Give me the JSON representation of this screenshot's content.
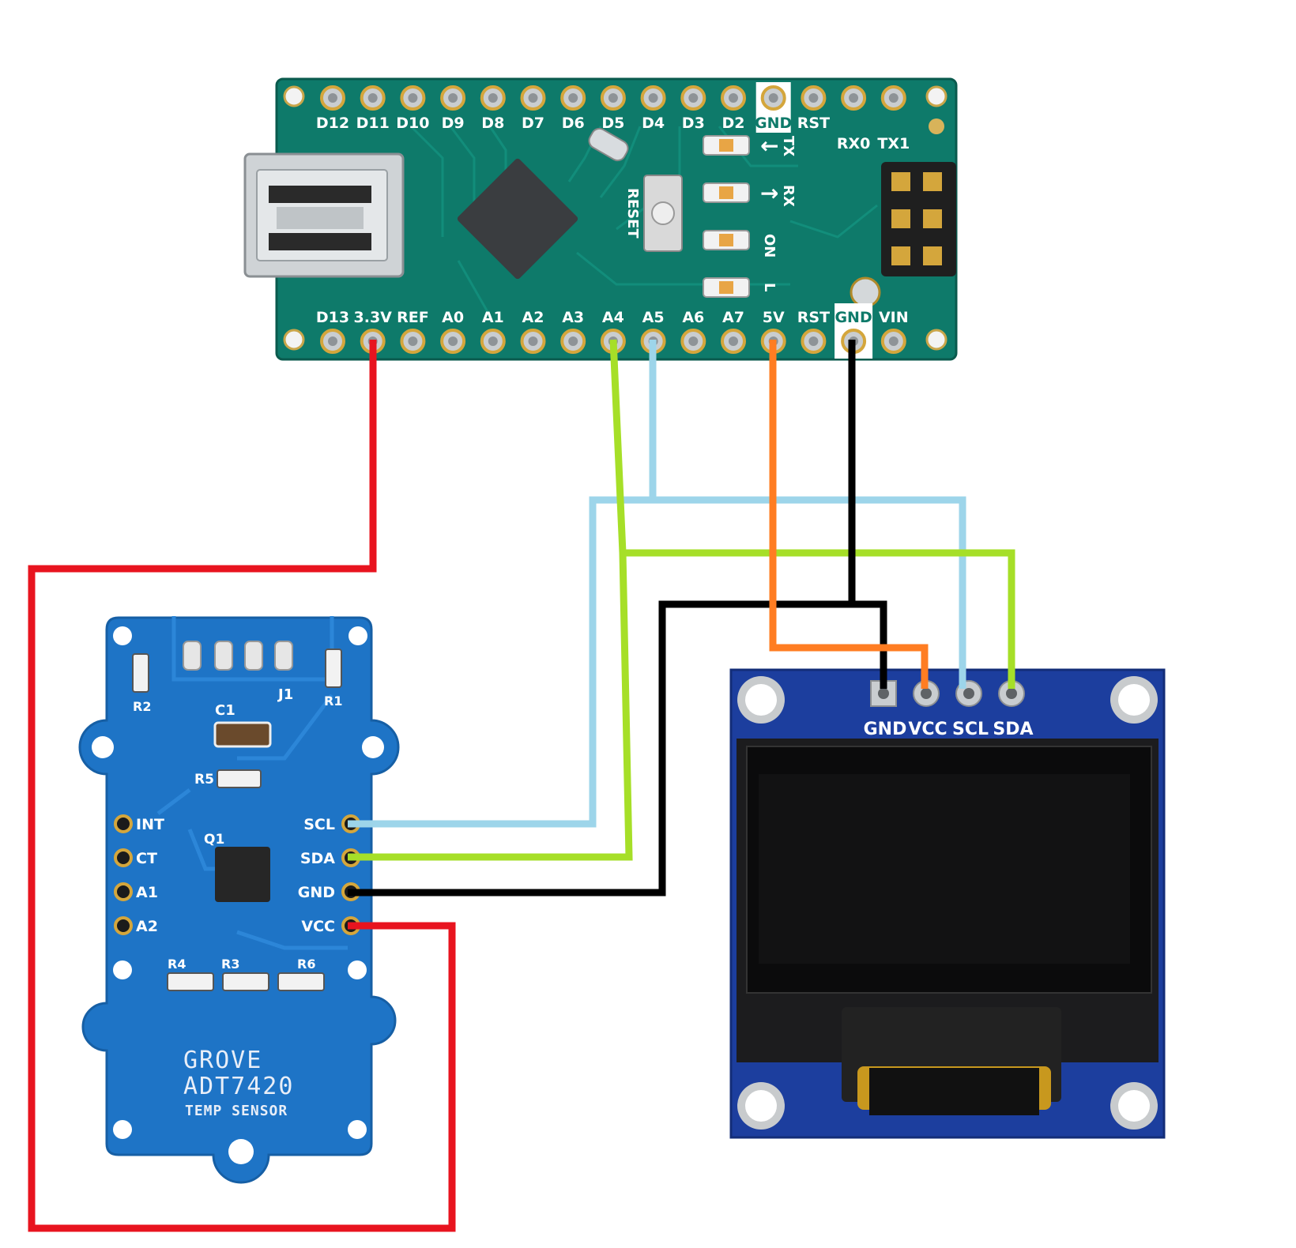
{
  "colors": {
    "nano_pcb": "#0e7a6a",
    "grove_pcb": "#1e74c6",
    "oled_pcb": "#1c3e9e",
    "wire_3v3": "#e8141f",
    "wire_scl": "#9dd5ea",
    "wire_sda": "#a6df28",
    "wire_5v": "#ff7d22",
    "wire_gnd": "#000000"
  },
  "nano": {
    "top_pins": [
      "D12",
      "D11",
      "D10",
      "D9",
      "D8",
      "D7",
      "D6",
      "D5",
      "D4",
      "D3",
      "D2",
      "GND",
      "RST",
      "RX0",
      "TX1"
    ],
    "bottom_pins": [
      "D13",
      "3.3V",
      "REF",
      "A0",
      "A1",
      "A2",
      "A3",
      "A4",
      "A5",
      "A6",
      "A7",
      "5V",
      "RST",
      "GND",
      "VIN"
    ],
    "led_labels": [
      "TX",
      "RX",
      "ON",
      "L"
    ],
    "reset_label": "RESET",
    "tx_arrow": "←",
    "rx_arrow": "→"
  },
  "grove": {
    "left_pins": [
      "INT",
      "CT",
      "A1",
      "A2"
    ],
    "right_pins": [
      "SCL",
      "SDA",
      "GND",
      "VCC"
    ],
    "components": [
      "R2",
      "J1",
      "R1",
      "C1",
      "R5",
      "Q1",
      "R4",
      "R3",
      "R6"
    ],
    "title_lines": [
      "GROVE",
      "ADT7420",
      "TEMP SENSOR"
    ]
  },
  "oled": {
    "pins": [
      "GND",
      "VCC",
      "SCL",
      "SDA"
    ]
  }
}
